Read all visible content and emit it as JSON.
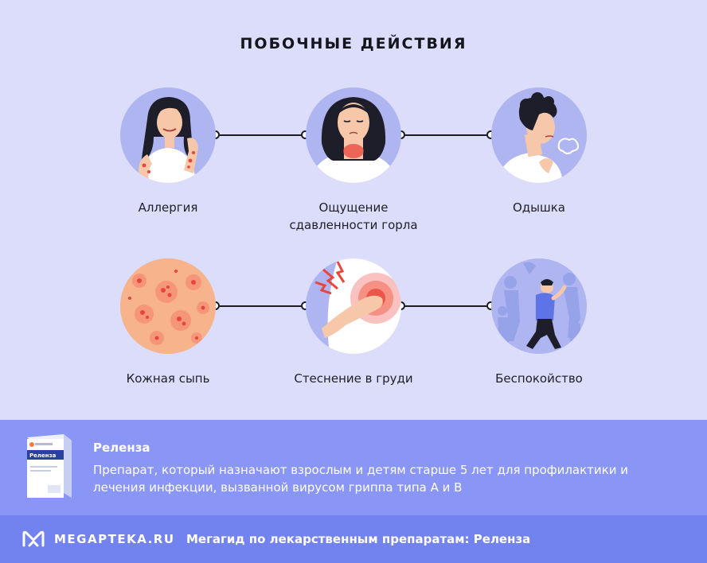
{
  "title": "ПОБОЧНЫЕ ДЕЙСТВИЯ",
  "effects": [
    {
      "label_line1": "Аллергия",
      "label_line2": "",
      "icon": "allergy-woman-icon"
    },
    {
      "label_line1": "Ощущение",
      "label_line2": "сдавленности горла",
      "icon": "throat-pressure-icon"
    },
    {
      "label_line1": "Одышка",
      "label_line2": "",
      "icon": "shortness-of-breath-icon"
    },
    {
      "label_line1": "Кожная сыпь",
      "label_line2": "",
      "icon": "skin-rash-icon"
    },
    {
      "label_line1": "Стеснение в груди",
      "label_line2": "",
      "icon": "chest-tightness-icon"
    },
    {
      "label_line1": "Беспокойство",
      "label_line2": "",
      "icon": "anxiety-icon"
    }
  ],
  "product": {
    "name": "Реленза",
    "description": "Препарат, который назначают взрослым и детям старше 5 лет для профилактики и лечения инфекции, вызванной вирусом гриппа типа А и В",
    "box_label": "Реленза"
  },
  "footer": {
    "logo": "MEGAPTEKA.RU",
    "caption": "Мегагид по лекарственным препаратам: Реленза"
  },
  "colors": {
    "background": "#dcdcfb",
    "circle": "#aeb5f0",
    "product_band": "#8a96f5",
    "footer_band": "#7282ef",
    "accent_red": "#e8463c"
  }
}
